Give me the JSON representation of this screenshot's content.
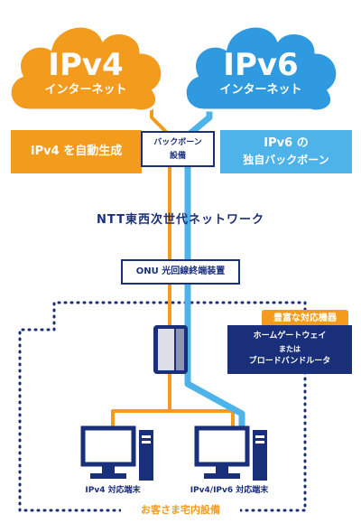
{
  "clouds": {
    "ipv4": {
      "title": "IPv4",
      "subtitle": "インターネット",
      "color": "#f29b1d"
    },
    "ipv6": {
      "title": "IPv6",
      "subtitle": "インターネット",
      "color": "#2f9ae0"
    }
  },
  "banners": {
    "left": "IPv4 を自動生成",
    "right_line1": "IPv6 の",
    "right_line2": "独自バックボーン"
  },
  "backbone": {
    "line1": "バックボーン",
    "line2": "設備"
  },
  "network_label": "NTT東西次世代ネットワーク",
  "onu_label": "ONU 光回線終端装置",
  "router": {
    "tag": "豊富な対応機器",
    "line1": "ホームゲートウェイ",
    "line2": "または",
    "line3": "ブロードバンドルータ"
  },
  "terminals": {
    "left": "IPv4 対応端末",
    "right": "IPv4/IPv6 対応端末"
  },
  "premises_label": "お客さま宅内設備",
  "colors": {
    "navy": "#1a2f7a",
    "orange": "#f29b1d",
    "blue": "#4db3e8",
    "cloud_blue": "#2f9ae0"
  }
}
